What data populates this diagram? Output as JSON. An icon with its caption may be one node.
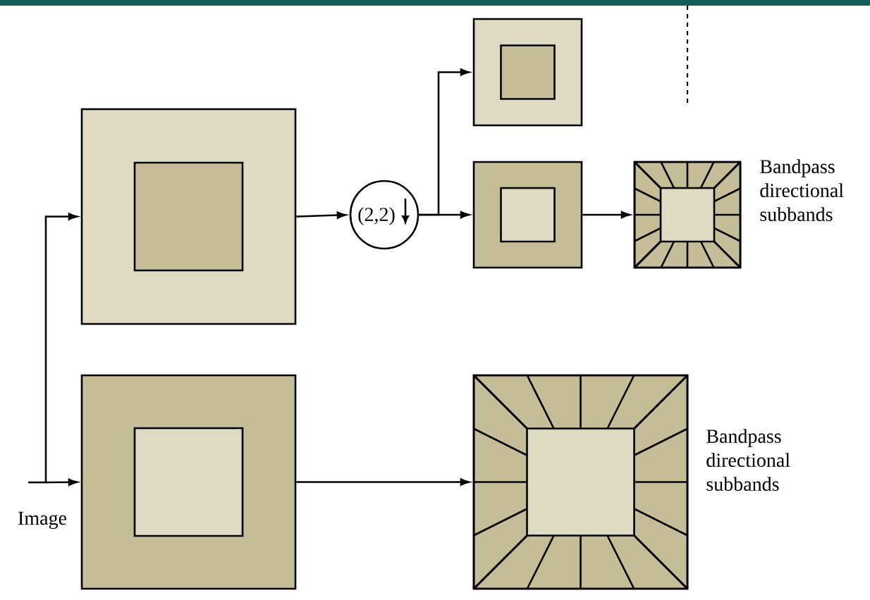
{
  "diagram": {
    "nodes": [
      {
        "text": [
          "Image"
        ]
      },
      {
        "text": [],
        "shape": "box"
      },
      {
        "text": [],
        "shape": "box"
      },
      {
        "text": [
          "(2,2)"
        ]
      },
      {
        "text": [],
        "shape": "box"
      },
      {
        "text": [],
        "shape": "box"
      },
      {
        "text": [],
        "shape": "box",
        "beside": [
          "Bandpass directional subbands"
        ]
      },
      {
        "text": [],
        "shape": "box",
        "beside": [
          "Bandpass directional subbands"
        ]
      }
    ],
    "edges": [
      {
        "from": 0,
        "to": 1,
        "arrow": "to"
      },
      {
        "from": 0,
        "to": 2,
        "arrow": "to"
      },
      {
        "from": 1,
        "to": 3,
        "arrow": "to"
      },
      {
        "from": 3,
        "to": 4,
        "arrow": "to"
      },
      {
        "from": 3,
        "to": 5,
        "arrow": "to"
      },
      {
        "from": 5,
        "to": 6,
        "arrow": "to"
      },
      {
        "from": 2,
        "to": 7,
        "arrow": "to"
      }
    ]
  }
}
